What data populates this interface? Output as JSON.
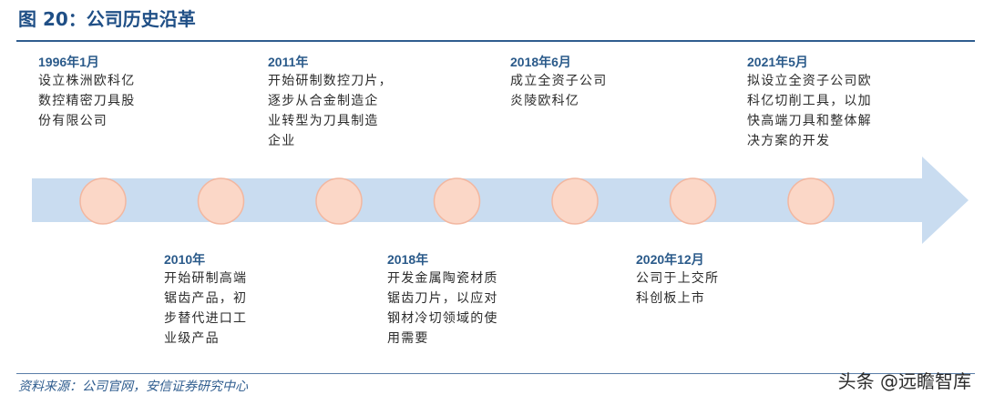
{
  "title": "图 20：公司历史沿革",
  "events_top": [
    {
      "date": "1996年1月",
      "desc": [
        "设立株洲欧科亿",
        "数控精密刀具股",
        "份有限公司"
      ]
    },
    {
      "date": "2011年",
      "desc": [
        "开始研制数控刀片，",
        "逐步从合金制造企",
        "业转型为刀具制造",
        "企业"
      ]
    },
    {
      "date": "2018年6月",
      "desc": [
        "成立全资子公司",
        "炎陵欧科亿"
      ]
    },
    {
      "date": "2021年5月",
      "desc": [
        "拟设立全资子公司欧",
        "科亿切削工具，以加",
        "快高端刀具和整体解",
        "决方案的开发"
      ]
    }
  ],
  "events_bottom": [
    {
      "date": "2010年",
      "desc": [
        "开始研制高端",
        "锯齿产品，初",
        "步替代进口工",
        "业级产品"
      ]
    },
    {
      "date": "2018年",
      "desc": [
        "开发金属陶瓷材质",
        "锯齿刀片，以应对",
        "钢材冷切领域的使",
        "用需要"
      ]
    },
    {
      "date": "2020年12月",
      "desc": [
        "公司于上交所",
        "科创板上市"
      ]
    }
  ],
  "colors": {
    "arrow_fill": "#c9dcf0",
    "milestone_fill": "#fbd7c7",
    "milestone_stroke": "#f2b7a0",
    "title_color": "#1f4f86"
  },
  "footer": "资料来源：公司官网，安信证券研究中心",
  "watermark": "头条 @远瞻智库"
}
